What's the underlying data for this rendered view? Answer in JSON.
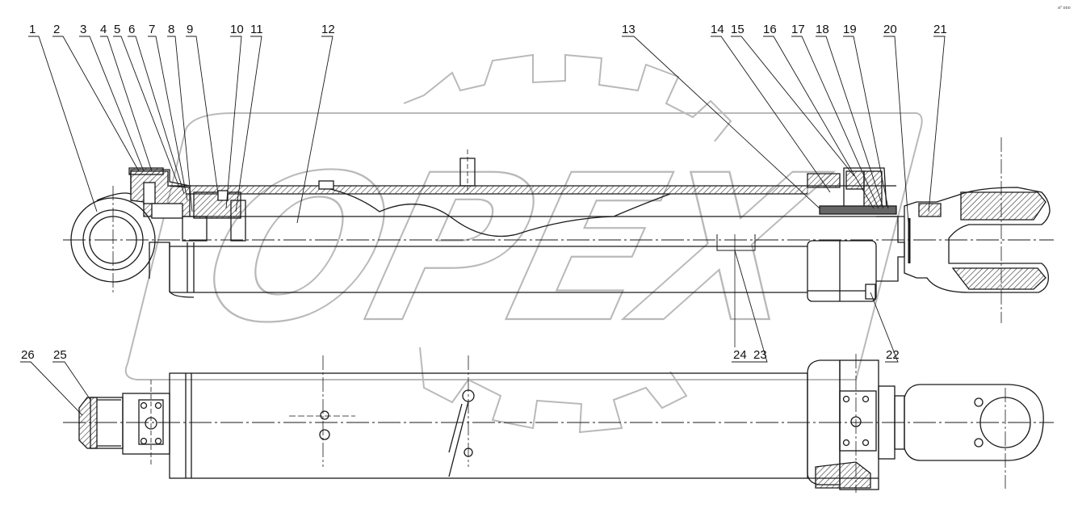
{
  "watermark": {
    "text": "OPEX"
  },
  "corner_mark": "a⁰ ᴅᴅᴅ",
  "callouts": [
    "1",
    "2",
    "3",
    "4",
    "5",
    "6",
    "7",
    "8",
    "9",
    "10",
    "11",
    "12",
    "13",
    "14",
    "15",
    "16",
    "17",
    "18",
    "19",
    "20",
    "21",
    "22",
    "23",
    "24",
    "25",
    "26"
  ],
  "colors": {
    "line": "#1a1a1a",
    "hatch": "#444444",
    "watermark": "#b9b9b9"
  }
}
